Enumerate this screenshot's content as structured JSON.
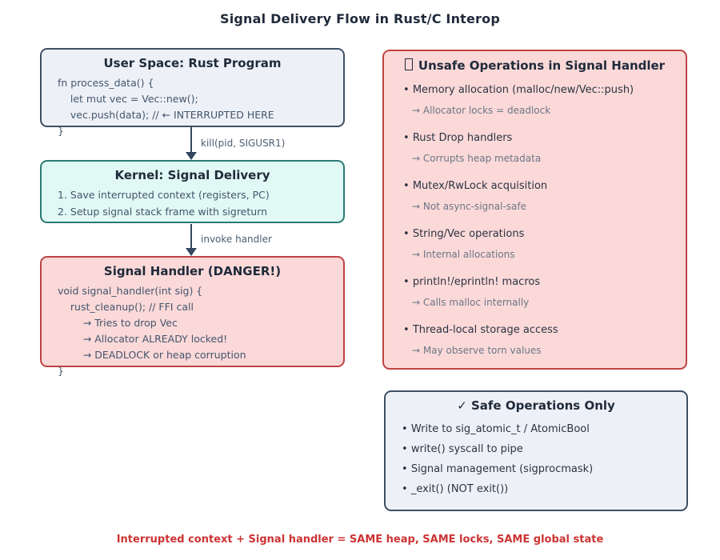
{
  "colors": {
    "navy_text": "#1f2a3a",
    "blue_fill": "#edf1f7",
    "navy_border": "#3f5066",
    "teal_fill": "#e1f9f5",
    "teal_border": "#2a7a74",
    "red_fill": "#fbd9d9",
    "red_border": "#bf4342",
    "arrow": "#33475e",
    "edge_label": "#4c5f74",
    "code_text": "#43556c",
    "sub_text": "#6c7686",
    "bullet_main": "#2b3342",
    "footer_red": "#cc3333"
  },
  "title": "Signal Delivery Flow in Rust/C Interop",
  "flow": {
    "user_space": {
      "title": "User Space: Rust Program",
      "code": [
        "fn process_data() {",
        "    let mut vec = Vec::new();",
        "    vec.push(data); // ← INTERRUPTED HERE",
        "}"
      ]
    },
    "edge1_label": "kill(pid, SIGUSR1)",
    "kernel": {
      "title": "Kernel: Signal Delivery",
      "lines": [
        "1. Save interrupted context (registers, PC)",
        "2. Setup signal stack frame with sigreturn"
      ]
    },
    "edge2_label": "invoke handler",
    "handler": {
      "title": "Signal Handler (DANGER!)",
      "code": [
        "void signal_handler(int sig) {",
        "    rust_cleanup(); // FFI call",
        "        → Tries to drop Vec",
        "        → Allocator ALREADY locked!",
        "        → DEADLOCK or heap corruption",
        "}"
      ]
    }
  },
  "unsafe_box": {
    "icon": "missing-glyph-box",
    "title": "Unsafe Operations in Signal Handler",
    "items": [
      {
        "main": "Memory allocation (malloc/new/Vec::push)",
        "sub": "→ Allocator locks = deadlock"
      },
      {
        "main": "Rust Drop handlers",
        "sub": "→ Corrupts heap metadata"
      },
      {
        "main": "Mutex/RwLock acquisition",
        "sub": "→ Not async-signal-safe"
      },
      {
        "main": "String/Vec operations",
        "sub": "→ Internal allocations"
      },
      {
        "main": "println!/eprintln! macros",
        "sub": "→ Calls malloc internally"
      },
      {
        "main": "Thread-local storage access",
        "sub": "→ May observe torn values"
      }
    ]
  },
  "safe_box": {
    "title": "✓ Safe Operations Only",
    "items": [
      "Write to sig_atomic_t / AtomicBool",
      "write() syscall to pipe",
      "Signal management (sigprocmask)",
      "_exit() (NOT exit())"
    ]
  },
  "footer": "Interrupted context + Signal handler = SAME heap, SAME locks, SAME global state"
}
